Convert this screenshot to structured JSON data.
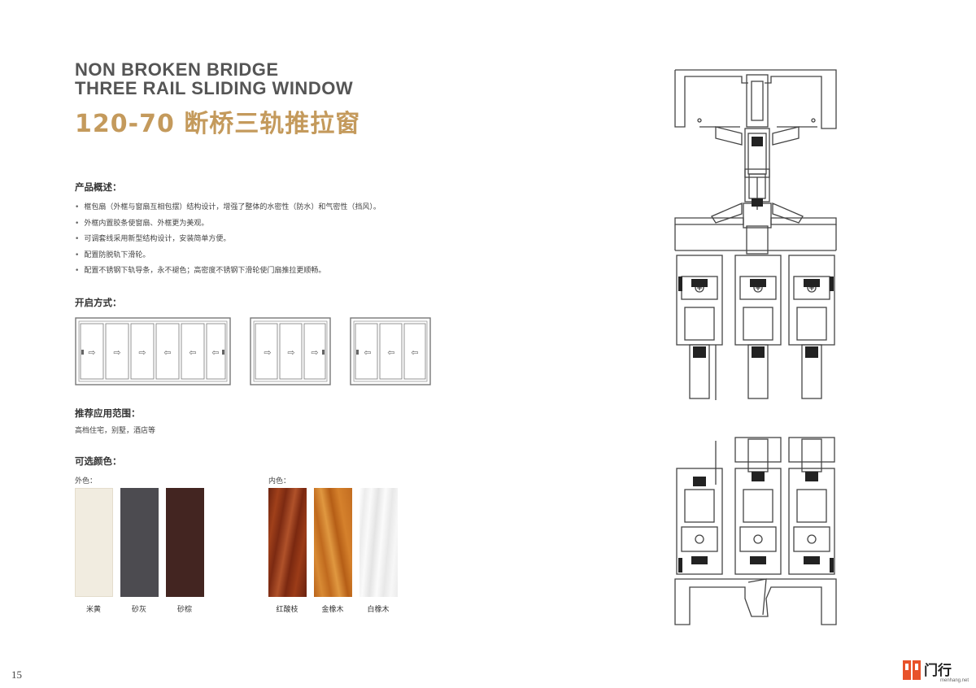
{
  "title": {
    "en_line1": "NON BROKEN BRIDGE",
    "en_line2": "THREE RAIL SLIDING WINDOW",
    "cn": "120-70 断桥三轨推拉窗"
  },
  "overview": {
    "heading": "产品概述：",
    "items": [
      "框包扇（外框与窗扇互相包摆）结构设计，增强了整体的水密性（防水）和气密性（挡风）。",
      "外框内置胶条使窗扇、外框更为美观。",
      "可调套线采用新型结构设计，安装简单方便。",
      "配置防脱轨下滑轮。",
      "配置不锈钢下轨导条，永不褪色；高密度不锈钢下滑轮使门扇推拉更顺畅。"
    ]
  },
  "opening": {
    "heading": "开启方式：",
    "windows": [
      {
        "panels": 6,
        "arrows": [
          "⇨",
          "⇨",
          "⇨",
          "⇦",
          "⇦",
          "⇦"
        ]
      },
      {
        "panels": 3,
        "arrows": [
          "⇨",
          "⇨",
          "⇨"
        ]
      },
      {
        "panels": 3,
        "arrows": [
          "⇦",
          "⇦",
          "⇦"
        ]
      }
    ]
  },
  "application": {
    "heading": "推荐应用范围：",
    "text": "高档住宅，别墅，酒店等"
  },
  "colors": {
    "heading": "可选颜色：",
    "outer_label": "外色：",
    "inner_label": "内色：",
    "outer": [
      {
        "name": "米黄",
        "color": "#f1ece0"
      },
      {
        "name": "砂灰",
        "color": "#4c4b50"
      },
      {
        "name": "砂棕",
        "color": "#432521"
      }
    ],
    "inner": [
      {
        "name": "红酸枝",
        "color": "#8e3516"
      },
      {
        "name": "金橡木",
        "color": "#c8701e"
      },
      {
        "name": "白橡木",
        "color": "#f4f4f4"
      }
    ]
  },
  "page_number": "15",
  "logo": {
    "text": "门行",
    "sub": "menhang.net",
    "accent": "#e8522a"
  }
}
